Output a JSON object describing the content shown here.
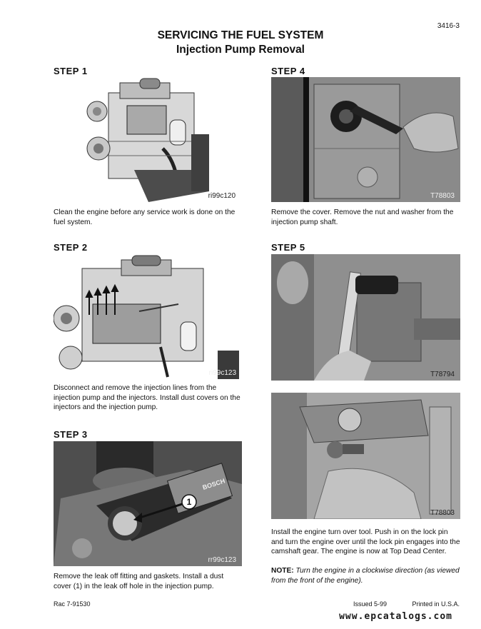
{
  "header": {
    "page_number": "3416-3",
    "title": "SERVICING THE FUEL SYSTEM",
    "subtitle": "Injection Pump Removal"
  },
  "left_column": [
    {
      "step": "STEP  1",
      "image_code": "ri99c120",
      "caption": "Clean the engine before any service work is done on the fuel system."
    },
    {
      "step": "STEP  2",
      "image_code": "ri99c123",
      "caption": "Disconnect and remove the injection lines from the injection pump and the injectors. Install dust covers on the injectors and the injection pump."
    },
    {
      "step": "STEP  3",
      "image_code": "rr99c123",
      "callout": "1",
      "badge_text": "BOSCH",
      "caption": "Remove the leak off fitting and gaskets. Install a dust cover (1) in the leak off hole in the injection pump."
    }
  ],
  "right_column": [
    {
      "step": "STEP  4",
      "image_code": "T78803",
      "caption": "Remove the cover. Remove the nut and washer from the injection pump shaft."
    },
    {
      "step": "STEP  5",
      "image_code_1": "T78794",
      "image_code_2": "T78803",
      "caption": "Install the engine turn over tool. Push in on the lock pin and turn the engine over until the lock pin engages into the camshaft gear. The engine is now at Top Dead Center.",
      "note_label": "NOTE:",
      "note_text": "Turn the engine in a clockwise direction (as viewed from the front of the engine)."
    }
  ],
  "footer": {
    "left": "Rac 7-91530",
    "center": "Issued 5-99",
    "right": "Printed in U.S.A."
  },
  "watermark": "www.epcatalogs.com"
}
